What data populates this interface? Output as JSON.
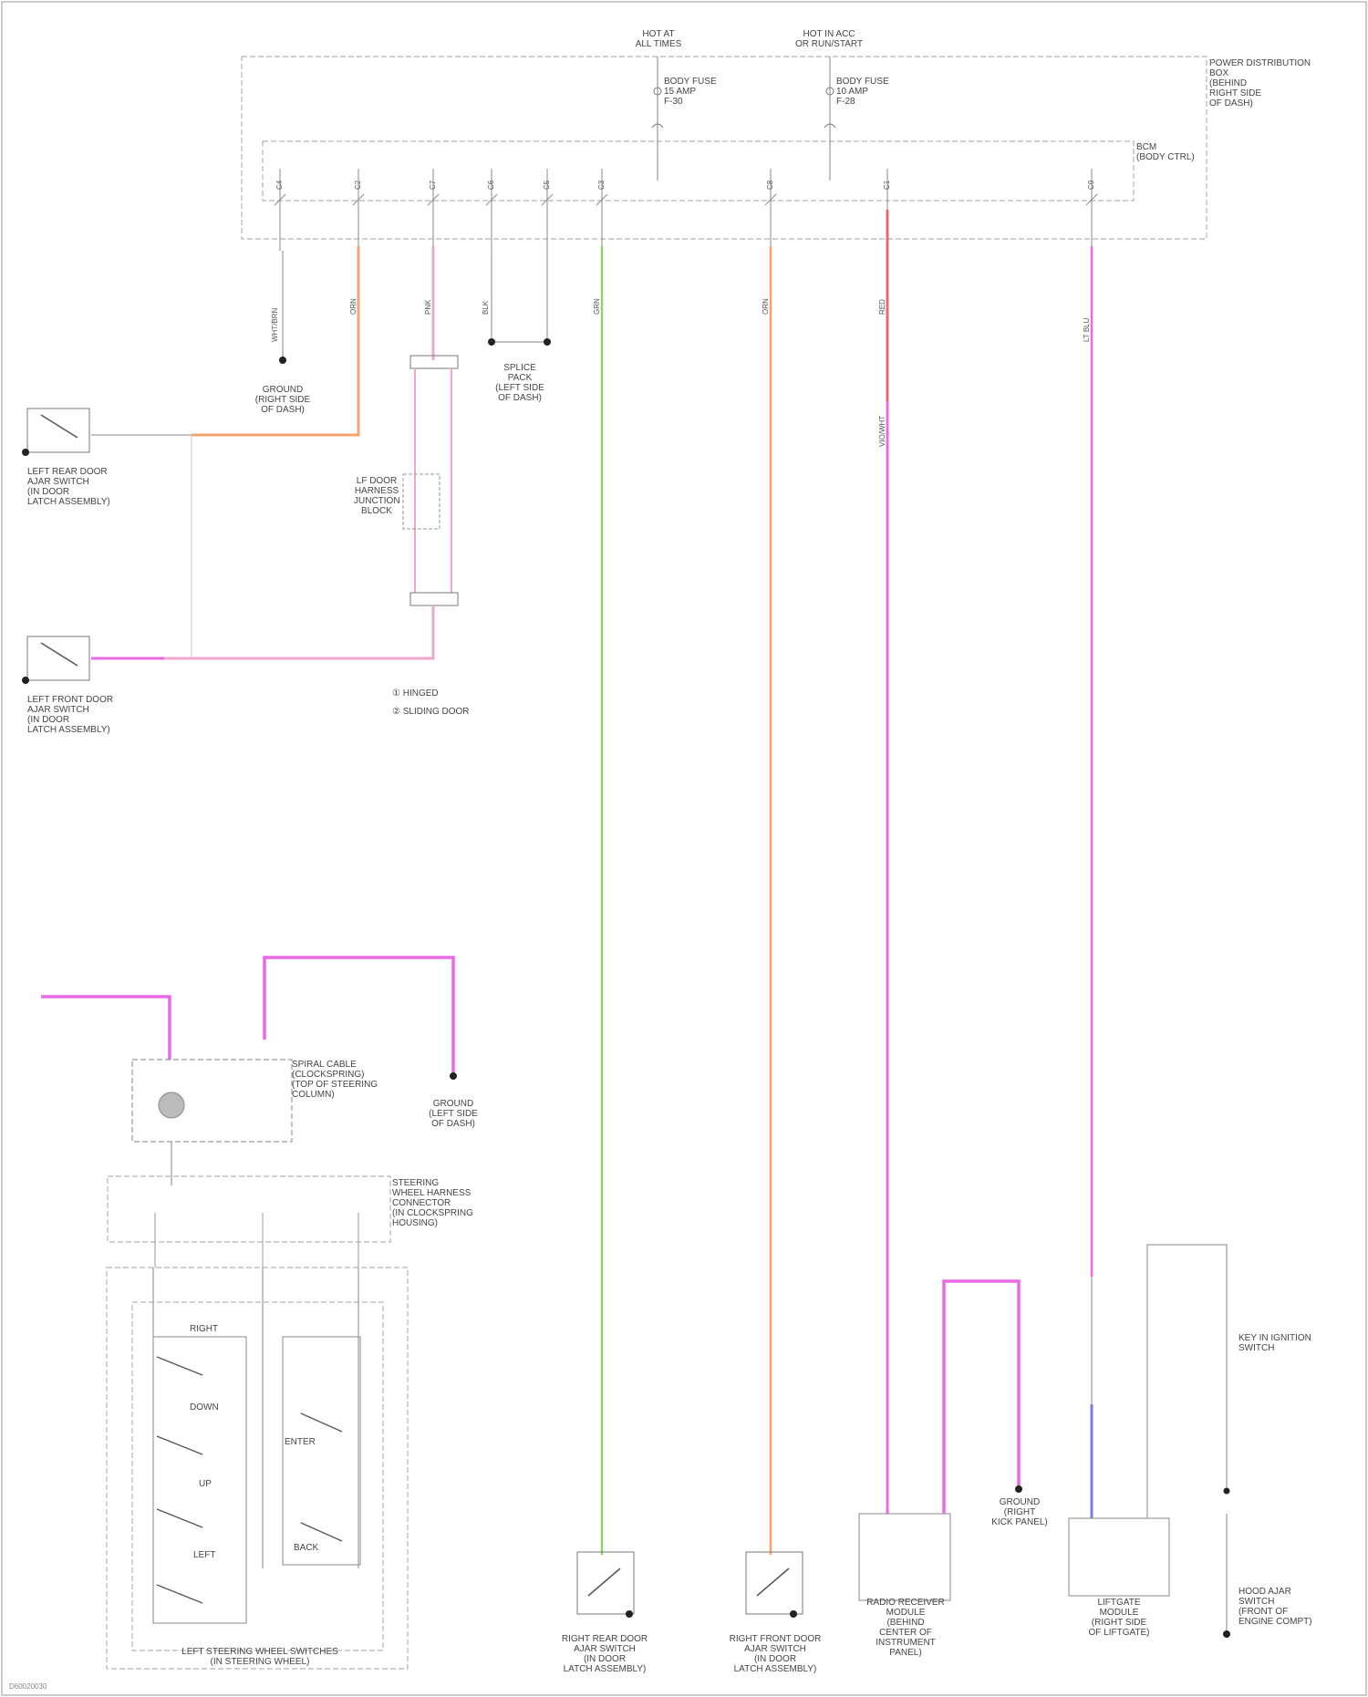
{
  "colors": {
    "frame": "#b5b5b5",
    "wire_plain": "#9a9a9a",
    "wire_orange": "#f4a56b",
    "wire_pink": "#f2a6cf",
    "wire_magenta": "#ea6ae6",
    "wire_green": "#8ed36a",
    "wire_red": "#ea6a6a",
    "wire_blue": "#7b7ce8",
    "ground": "#222222"
  },
  "top_sources": [
    {
      "id": "src-left",
      "label": "HOT AT\nALL TIMES"
    },
    {
      "id": "src-right",
      "label": "HOT IN ACC\nOR RUN/START"
    }
  ],
  "fuses": [
    {
      "id": "fuse-left",
      "label": "BODY FUSE\n15 AMP\nF-30"
    },
    {
      "id": "fuse-right",
      "label": "BODY FUSE\n10 AMP\nF-28"
    }
  ],
  "pdb_label": "POWER DISTRIBUTION\nBOX\n(BEHIND\nRIGHT SIDE\nOF DASH)",
  "bcm_label": "BCM\n(BODY CTRL)",
  "top_connector_pins": [
    "C4",
    "C2",
    "C7",
    "C6",
    "C5",
    "C3",
    "C8",
    "C1",
    "C9"
  ],
  "components": {
    "upper_ground": "GROUND\n(RIGHT SIDE\nOF DASH)",
    "diode_module": "SPLICE\nPACK\n(LEFT SIDE\nOF DASH)",
    "left_rear_switch": "LEFT REAR DOOR\nAJAR SWITCH\n(IN DOOR\nLATCH ASSEMBLY)",
    "left_front_switch": "LEFT FRONT DOOR\nAJAR SWITCH\n(IN DOOR\nLATCH ASSEMBLY)",
    "junction_block": "LF DOOR\nHARNESS\nJUNCTION\nBLOCK",
    "legend_1": "① HINGED",
    "legend_2": "② SLIDING DOOR",
    "spiral_cable": "SPIRAL CABLE\n(CLOCKSPRING)\n(TOP OF STEERING\nCOLUMN)",
    "lower_left_ground": "GROUND\n(LEFT SIDE\nOF DASH)",
    "steering_connector": "STEERING\nWHEEL HARNESS\nCONNECTOR\n(IN CLOCKSPRING\nHOUSING)",
    "steering_switch": "LEFT STEERING WHEEL SWITCHES\n(IN STEERING WHEEL)",
    "right_rear_switch": "RIGHT REAR DOOR\nAJAR SWITCH\n(IN DOOR\nLATCH ASSEMBLY)",
    "right_front_switch": "RIGHT FRONT DOOR\nAJAR SWITCH\n(IN DOOR\nLATCH ASSEMBLY)",
    "radio_module": "RADIO RECEIVER\nMODULE\n(BEHIND\nCENTER OF\nINSTRUMENT\nPANEL)",
    "right_ground": "GROUND\n(RIGHT\nKICK PANEL)",
    "liftgate_module": "LIFTGATE\nMODULE\n(RIGHT SIDE\nOF LIFTGATE)",
    "key_switch": "KEY IN IGNITION\nSWITCH",
    "hood_switch": "HOOD AJAR\nSWITCH\n(FRONT OF\nENGINE COMPT)"
  },
  "steering_buttons": {
    "left_group": [
      "RIGHT",
      "DOWN",
      "UP",
      "LEFT"
    ],
    "right_group": [
      "ENTER",
      "BACK"
    ]
  },
  "wire_colors": [
    "WHT/BRN",
    "ORN",
    "PNK",
    "BLK",
    "GRN",
    "ORN",
    "RED",
    "VIO/WHT",
    "LT BLU"
  ],
  "footer": "D60020030"
}
